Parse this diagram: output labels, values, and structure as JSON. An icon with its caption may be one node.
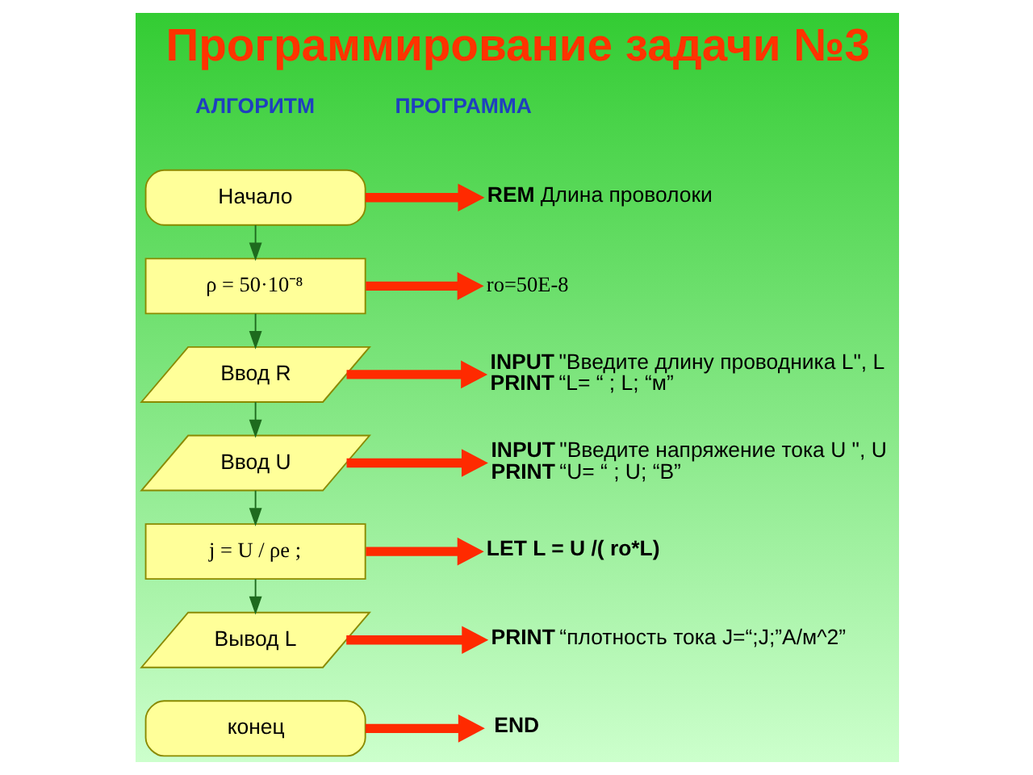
{
  "diagram": {
    "title": "Программирование задачи №3",
    "nodes": [
      {
        "text": [
          "Начало"
        ]
      },
      {
        "text": [
          "ρ = 50·10⁻⁸"
        ]
      },
      {
        "text": [
          "Ввод R"
        ]
      },
      {
        "text": [
          "Ввод U"
        ]
      },
      {
        "text": [
          "j = U / ρe ;"
        ]
      },
      {
        "text": [
          "Вывод L"
        ]
      },
      {
        "text": [
          "конец"
        ]
      },
      {
        "text": [
          "**REM** Длина проволоки"
        ]
      },
      {
        "text": [
          "ro=50E-8"
        ]
      },
      {
        "text": [
          "**INPUT** \"Введите длину проводника L\", L **PRINT** “L= “ ; L; “м”"
        ]
      },
      {
        "text": [
          "**INPUT** \"Введите напряжение тока U \", U **PRINT** “U= “ ; U; “В”"
        ]
      },
      {
        "text": [
          "LET L = U /( ro*L)"
        ]
      },
      {
        "text": [
          "**PRINT** “плотность тока J=“;J;”А/м^2”"
        ]
      },
      {
        "text": [
          "END"
        ]
      }
    ],
    "edges": [
      {
        "from": 0,
        "to": 1,
        "arrow": "to",
        "color": "#1e6b1e"
      },
      {
        "from": 1,
        "to": 2,
        "arrow": "to",
        "color": "#1e6b1e"
      },
      {
        "from": 2,
        "to": 3,
        "arrow": "to",
        "color": "#1e6b1e"
      },
      {
        "from": 3,
        "to": 4,
        "arrow": "to",
        "color": "#1e6b1e"
      },
      {
        "from": 4,
        "to": 5,
        "arrow": "to",
        "color": "#1e6b1e"
      },
      {
        "from": 0,
        "to": 7,
        "arrow": "to"
      },
      {
        "from": 1,
        "to": 8,
        "arrow": "to"
      },
      {
        "from": 2,
        "to": 9,
        "arrow": "to"
      },
      {
        "from": 3,
        "to": 10,
        "arrow": "to"
      },
      {
        "from": 4,
        "to": 11,
        "arrow": "to"
      },
      {
        "from": 5,
        "to": 12,
        "arrow": "to"
      },
      {
        "from": 6,
        "to": 13,
        "arrow": "to"
      }
    ],
    "labels": [
      "АЛГОРИТМ",
      "ПРОГРАММА"
    ]
  }
}
